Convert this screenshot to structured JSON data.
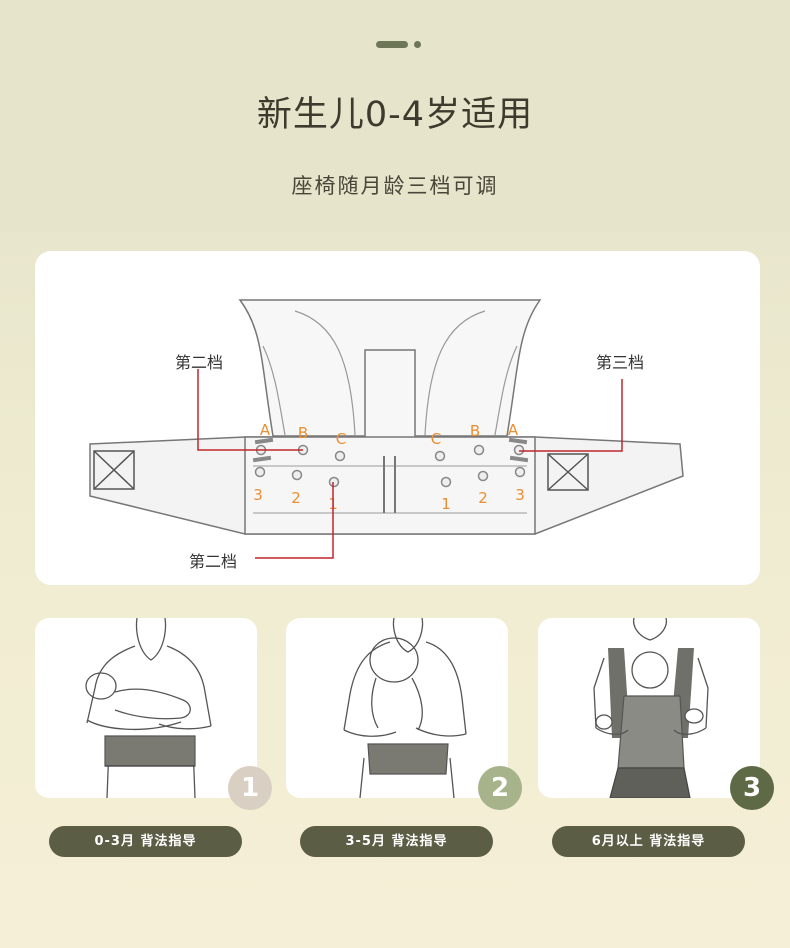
{
  "header": {
    "title": "新生儿0-4岁适用",
    "subtitle": "座椅随月龄三档可调"
  },
  "colors": {
    "deco": "#6d7656",
    "pill": "#5b5d44",
    "badge1": "#d9cfc2",
    "badge2": "#a7b38b",
    "badge3": "#5d6a45",
    "callout_line": "#c0272d",
    "letter": "#ec8e32"
  },
  "diagram": {
    "callouts": {
      "left_top": "第二档",
      "right_top": "第三档",
      "bottom": "第二档"
    },
    "left_letters": [
      "A",
      "B",
      "C"
    ],
    "right_letters": [
      "C",
      "B",
      "A"
    ],
    "left_numbers": [
      "3",
      "2",
      "1"
    ],
    "right_numbers": [
      "1",
      "2",
      "3"
    ]
  },
  "stages": [
    {
      "number": "1",
      "label": "0-3月 背法指导",
      "icon": "newborn-carry-illustration"
    },
    {
      "number": "2",
      "label": "3-5月 背法指导",
      "icon": "upright-carry-illustration"
    },
    {
      "number": "3",
      "label": "6月以上 背法指导",
      "icon": "full-carrier-illustration"
    }
  ]
}
